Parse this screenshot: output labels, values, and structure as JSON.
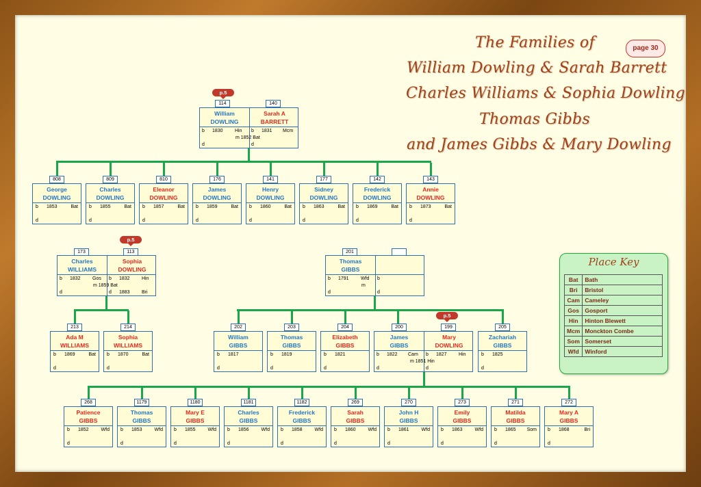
{
  "title": {
    "line1": "The Families of",
    "line2": "William Dowling & Sarah Barrett",
    "line3": "Charles Williams & Sophia Dowling",
    "line4": "Thomas Gibbs",
    "line5": "and James Gibbs & Mary Dowling"
  },
  "page_label": "page 30",
  "badges": {
    "p5": "p.5"
  },
  "couples": {
    "william_sarah": {
      "left_id": "114",
      "right_id": "140",
      "left_first": "William",
      "left_last": "DOWLING",
      "right_first": "Sarah A",
      "right_last": "BARRETT",
      "left_b": "b",
      "left_year": "1830",
      "left_place": "Hin",
      "right_b": "b",
      "right_year": "1831",
      "right_place": "Mcm",
      "marriage": "m 1852 Bat",
      "left_d": "d",
      "right_d": "d"
    },
    "charles_sophia": {
      "left_id": "173",
      "right_id": "113",
      "left_first": "Charles",
      "left_last": "WILLIAMS",
      "right_first": "Sophia",
      "right_last": "DOWLING",
      "left_b": "b",
      "left_year": "1832",
      "left_place": "Gos",
      "right_b": "b",
      "right_year": "1832",
      "right_place": "Hin",
      "marriage": "m 1859 Bat",
      "left_d": "d",
      "right_d": "d",
      "right_dyear": "1883",
      "right_dplace": "Bri"
    },
    "thomas": {
      "left_id": "201",
      "right_id": "",
      "left_first": "Thomas",
      "left_last": "GIBBS",
      "right_first": "",
      "right_last": "",
      "left_b": "b",
      "left_year": "1791",
      "left_place": "Wfd",
      "right_b": "b",
      "right_year": "",
      "right_place": "",
      "marriage": "m",
      "left_d": "d",
      "right_d": "d"
    },
    "james_mary": {
      "left_id": "200",
      "right_id": "199",
      "left_first": "James",
      "left_last": "GIBBS",
      "right_first": "Mary",
      "right_last": "DOWLING",
      "left_b": "b",
      "left_year": "1822",
      "left_place": "Cam",
      "right_b": "b",
      "right_year": "1827",
      "right_place": "Hin",
      "marriage": "m 1851 Hin",
      "left_d": "d",
      "right_d": "d"
    }
  },
  "dowling_children": [
    {
      "id": "808",
      "first": "George",
      "last": "DOWLING",
      "b": "b",
      "year": "1853",
      "place": "Bat",
      "d": "d",
      "color": "#2577c2"
    },
    {
      "id": "809",
      "first": "Charles",
      "last": "DOWLING",
      "b": "b",
      "year": "1855",
      "place": "Bat",
      "d": "d",
      "color": "#2577c2"
    },
    {
      "id": "810",
      "first": "Eleanor",
      "last": "DOWLING",
      "b": "b",
      "year": "1857",
      "place": "Bat",
      "d": "d",
      "color": "#e02a1e"
    },
    {
      "id": "176",
      "first": "James",
      "last": "DOWLING",
      "b": "b",
      "year": "1859",
      "place": "Bat",
      "d": "d",
      "color": "#2577c2"
    },
    {
      "id": "141",
      "first": "Henry",
      "last": "DOWLING",
      "b": "b",
      "year": "1860",
      "place": "Bat",
      "d": "d",
      "color": "#2577c2"
    },
    {
      "id": "177",
      "first": "Sidney",
      "last": "DOWLING",
      "b": "b",
      "year": "1863",
      "place": "Bat",
      "d": "d",
      "color": "#2577c2"
    },
    {
      "id": "142",
      "first": "Frederick",
      "last": "DOWLING",
      "b": "b",
      "year": "1869",
      "place": "Bat",
      "d": "d",
      "color": "#2577c2"
    },
    {
      "id": "143",
      "first": "Annie",
      "last": "DOWLING",
      "b": "b",
      "year": "1873",
      "place": "Bat",
      "d": "d",
      "color": "#e02a1e"
    }
  ],
  "williams_children": [
    {
      "id": "213",
      "first": "Ada M",
      "last": "WILLIAMS",
      "b": "b",
      "year": "1869",
      "place": "Bat",
      "d": "d",
      "color": "#e02a1e"
    },
    {
      "id": "214",
      "first": "Sophia",
      "last": "WILLIAMS",
      "b": "b",
      "year": "1870",
      "place": "Bat",
      "d": "d",
      "color": "#e02a1e"
    }
  ],
  "thomas_children": [
    {
      "id": "202",
      "first": "William",
      "last": "GIBBS",
      "b": "b",
      "year": "1817",
      "place": "",
      "d": "d",
      "color": "#2577c2"
    },
    {
      "id": "203",
      "first": "Thomas",
      "last": "GIBBS",
      "b": "b",
      "year": "1819",
      "place": "",
      "d": "d",
      "color": "#2577c2"
    },
    {
      "id": "204",
      "first": "Elizabeth",
      "last": "GIBBS",
      "b": "b",
      "year": "1821",
      "place": "",
      "d": "d",
      "color": "#e02a1e"
    },
    {
      "id": "205",
      "first": "Zachariah",
      "last": "GIBBS",
      "b": "b",
      "year": "1825",
      "place": "",
      "d": "d",
      "color": "#2577c2"
    }
  ],
  "james_children": [
    {
      "id": "268",
      "first": "Patience",
      "last": "GIBBS",
      "b": "b",
      "year": "1852",
      "place": "Wfd",
      "d": "d",
      "color": "#e02a1e"
    },
    {
      "id": "1179",
      "first": "Thomas",
      "last": "GIBBS",
      "b": "b",
      "year": "1853",
      "place": "Wfd",
      "d": "d",
      "color": "#2577c2"
    },
    {
      "id": "1180",
      "first": "Mary E",
      "last": "GIBBS",
      "b": "b",
      "year": "1855",
      "place": "Wfd",
      "d": "d",
      "color": "#e02a1e"
    },
    {
      "id": "1181",
      "first": "Charles",
      "last": "GIBBS",
      "b": "b",
      "year": "1856",
      "place": "Wfd",
      "d": "d",
      "color": "#2577c2"
    },
    {
      "id": "1182",
      "first": "Frederick",
      "last": "GIBBS",
      "b": "b",
      "year": "1858",
      "place": "Wfd",
      "d": "d",
      "color": "#2577c2"
    },
    {
      "id": "269",
      "first": "Sarah",
      "last": "GIBBS",
      "b": "b",
      "year": "1860",
      "place": "Wfd",
      "d": "d",
      "color": "#e02a1e"
    },
    {
      "id": "270",
      "first": "John H",
      "last": "GIBBS",
      "b": "b",
      "year": "1861",
      "place": "Wfd",
      "d": "d",
      "color": "#2577c2"
    },
    {
      "id": "273",
      "first": "Emily",
      "last": "GIBBS",
      "b": "b",
      "year": "1863",
      "place": "Wfd",
      "d": "d",
      "color": "#e02a1e"
    },
    {
      "id": "271",
      "first": "Matilda",
      "last": "GIBBS",
      "b": "b",
      "year": "1865",
      "place": "Som",
      "d": "d",
      "color": "#e02a1e"
    },
    {
      "id": "272",
      "first": "Mary A",
      "last": "GIBBS",
      "b": "b",
      "year": "1868",
      "place": "Bri",
      "d": "d",
      "color": "#e02a1e"
    }
  ],
  "place_key": {
    "title": "Place Key",
    "rows": [
      {
        "abbr": "Bat",
        "name": "Bath"
      },
      {
        "abbr": "Bri",
        "name": "Bristol"
      },
      {
        "abbr": "Cam",
        "name": "Cameley"
      },
      {
        "abbr": "Gos",
        "name": "Gosport"
      },
      {
        "abbr": "Hin",
        "name": "Hinton Blewett"
      },
      {
        "abbr": "Mcm",
        "name": "Monckton Combe"
      },
      {
        "abbr": "Som",
        "name": "Somerset"
      },
      {
        "abbr": "Wfd",
        "name": "Winford"
      }
    ]
  },
  "colors": {
    "male": "#2577c2",
    "female": "#e02a1e",
    "connector": "#18a84b",
    "frame": "#8a5316"
  }
}
